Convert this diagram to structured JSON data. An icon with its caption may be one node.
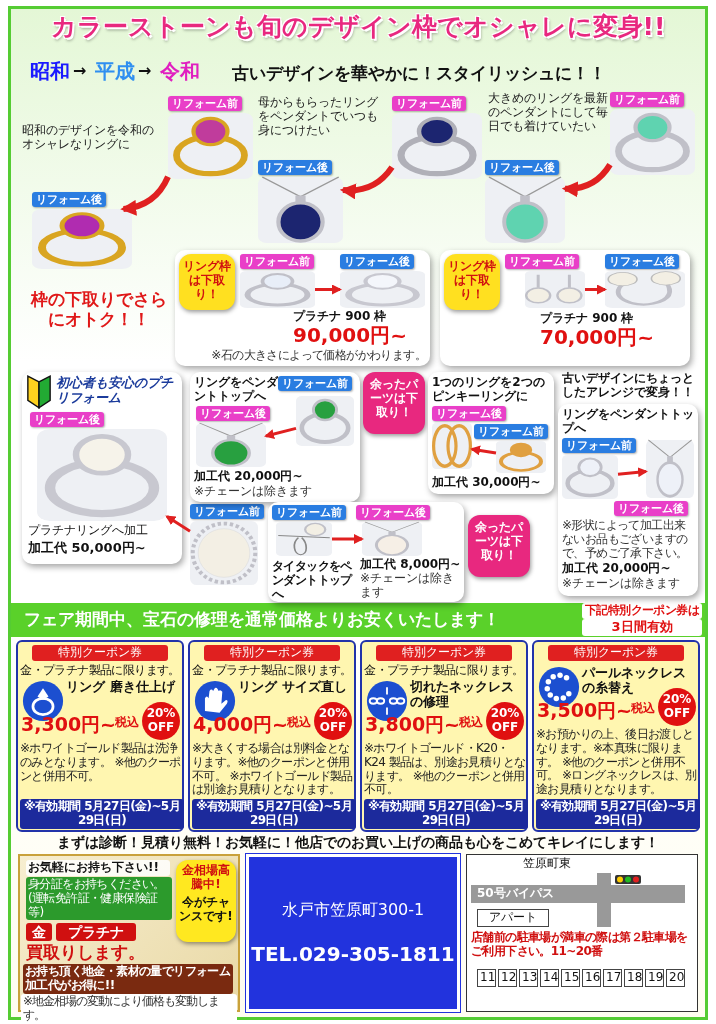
{
  "diagram": {
    "title": "カラーストーンも旬のデザイン枠でオシャレに変身!!",
    "nodes": [
      {
        "text": [],
        "shape": "picture",
        "beside": [
          "リフォーム前"
        ]
      },
      {
        "text": [],
        "shape": "picture",
        "beside": [
          "リフォーム後"
        ]
      },
      {
        "text": [],
        "shape": "picture",
        "beside": [
          "リフォーム前"
        ]
      },
      {
        "text": [],
        "shape": "picture",
        "beside": [
          "リフォーム後"
        ]
      },
      {
        "text": [],
        "shape": "picture",
        "beside": [
          "リフォーム前"
        ]
      },
      {
        "text": [],
        "shape": "picture",
        "beside": [
          "リフォーム後"
        ]
      },
      {
        "text": [
          "プラチナ 900 枠",
          "90,000円~",
          "※石の大きさによって価格がかわります。"
        ]
      },
      {
        "text": [
          "リング枠は下取り！"
        ],
        "in": 6
      },
      {
        "text": [],
        "shape": "picture",
        "beside": [
          "リフォーム前"
        ],
        "in": 6
      },
      {
        "text": [],
        "shape": "picture",
        "beside": [
          "リフォーム後"
        ],
        "in": 6
      },
      {
        "text": [
          "プラチナ 900 枠",
          "70,000円~"
        ]
      },
      {
        "text": [
          "リング枠は下取り！"
        ],
        "in": 10
      },
      {
        "text": [],
        "shape": "picture",
        "beside": [
          "リフォーム前"
        ],
        "in": 10
      },
      {
        "text": [],
        "shape": "picture",
        "beside": [
          "リフォーム後"
        ],
        "in": 10
      },
      {
        "text": [
          "初心者も安心のプチリフォーム",
          "プラチナリングへ加工",
          "加工代 50,000円~"
        ]
      },
      {
        "text": [],
        "shape": "picture",
        "beside": [
          "リフォーム後"
        ],
        "in": 14
      },
      {
        "text": [],
        "shape": "picture",
        "beside": [
          "リフォーム前"
        ]
      },
      {
        "text": [
          "リングをペンダントトップへ",
          "加工代 20,000円~",
          "※チェーンは除きます"
        ]
      },
      {
        "text": [],
        "shape": "picture",
        "beside": [
          "リフォーム前"
        ],
        "in": 17
      },
      {
        "text": [],
        "shape": "picture",
        "beside": [
          "リフォーム後"
        ],
        "in": 17
      },
      {
        "text": [
          "余ったパーツは下取り！"
        ]
      },
      {
        "text": [
          "1つのリングを2つのピンキーリングに",
          "加工代 30,000円~"
        ]
      },
      {
        "text": [],
        "shape": "picture",
        "beside": [
          "リフォーム前"
        ],
        "in": 21
      },
      {
        "text": [],
        "shape": "picture",
        "beside": [
          "リフォーム後"
        ],
        "in": 21
      },
      {
        "text": [
          "タイタックをペンダントトップへ",
          "加工代 8,000円~",
          "※チェーンは除きます"
        ]
      },
      {
        "text": [],
        "shape": "picture",
        "beside": [
          "リフォーム前"
        ],
        "in": 24
      },
      {
        "text": [],
        "shape": "picture",
        "beside": [
          "リフォーム後"
        ],
        "in": 24
      },
      {
        "text": [
          "余ったパーツは下取り！"
        ]
      },
      {
        "text": [
          "リングをペンダントトップへ",
          "※形状によって加工出来ないお品もございますので、予めご了承下さい。",
          "加工代 20,000円~",
          "※チェーンは除きます"
        ]
      },
      {
        "text": [],
        "shape": "picture",
        "beside": [
          "リフォーム前"
        ],
        "in": 28
      },
      {
        "text": [],
        "shape": "picture",
        "beside": [
          "リフォーム後"
        ],
        "in": 28
      },
      {
        "text": [
          "特別クーポン券",
          "金・プラチナ製品に限ります。",
          "リング 磨き仕上げ",
          "3,300円~",
          "税込",
          "20% OFF",
          "※ホワイトゴールド製品は洗浄のみとなります。 ※他のクーポンと併用不可。",
          "※有効期間 5月27日(金)~5月29日(日)"
        ]
      },
      {
        "text": [
          "特別クーポン券",
          "金・プラチナ製品に限ります。",
          "リング サイズ直し",
          "4,000円~",
          "税込",
          "20% OFF",
          "※大きくする場合は別料金となります。※他のクーポンと併用不可。 ※ホワイトゴールド製品は別途お見積りとなります。",
          "※有効期間 5月27日(金)~5月29日(日)"
        ]
      },
      {
        "text": [
          "特別クーポン券",
          "金・プラチナ製品に限ります。",
          "切れたネックレスの修理",
          "3,800円~",
          "税込",
          "20% OFF",
          "※ホワイトゴールド・K20・K24 製品は、別途お見積りとなります。 ※他のクーポンと併用不可。",
          "※有効期間 5月27日(金)~5月29日(日)"
        ]
      },
      {
        "text": [
          "特別クーポン券",
          "パールネックレスの糸替え",
          "3,500円~",
          "税込",
          "20% OFF",
          "※お預かりの上、後日お渡しとなります。※本真珠に限ります。 ※他のクーポンと併用不可。 ※ロングネックレスは、別途お見積りとなります。",
          "※有効期間 5月27日(金)~5月29日(日)"
        ]
      },
      {
        "text": [
          "お気軽にお持ち下さい!!",
          "身分証をお持ちください。(運転免許証・健康保険証等)",
          "金",
          "プラチナ",
          "買取りします。",
          "お持ち頂く地金・素材の量でリフォーム加工代がお得に!!",
          "※地金相場の変動により価格も変動します。"
        ]
      },
      {
        "text": [
          "金相場高騰中!",
          "今がチャンスです!"
        ],
        "in": 35
      },
      {
        "text": [
          "水戸市笠原町300-1",
          "TEL.029-305-1811"
        ]
      },
      {
        "text": [
          "笠原町東",
          "50号バイパス",
          "アパート",
          "店舗前の駐車場が満車の際は第２駐車場をご利用下さい。11~20番",
          "11",
          "12",
          "13",
          "14",
          "15",
          "16",
          "17",
          "18",
          "19",
          "20"
        ]
      }
    ],
    "edges": [
      {
        "from": 0,
        "to": 1,
        "arrow": "to",
        "style": "thick"
      },
      {
        "from": 2,
        "to": 3,
        "arrow": "to",
        "style": "thick"
      },
      {
        "from": 4,
        "to": 5,
        "arrow": "to",
        "style": "thick"
      },
      {
        "from": 8,
        "to": 9,
        "arrow": "to"
      },
      {
        "from": 12,
        "to": 13,
        "arrow": "to"
      },
      {
        "from": 16,
        "to": 15,
        "arrow": "to"
      },
      {
        "from": 18,
        "to": 19,
        "arrow": "to"
      },
      {
        "from": 22,
        "to": 23,
        "arrow": "to"
      },
      {
        "from": 25,
        "to": 26,
        "arrow": "to"
      },
      {
        "from": 29,
        "to": 30,
        "arrow": "to"
      }
    ],
    "labels": [
      "昭和",
      "→",
      "平成",
      "→",
      "令和",
      "古いデザインを華やかに！スタイリッシュに！！",
      "昭和のデザインを令和のオシャレなリングに",
      "母からもらったリングをペンダントでいつも身につけたい",
      "大きめのリングを最新のペンダントにして毎日でも着けていたい",
      "枠の下取りでさらにオトク！！",
      "古いデザインにちょっとしたアレンジで変身！！",
      "フェア期間中、宝石の修理を通常価格よりお安くいたします！",
      "下記特別クーポン券は",
      "3日間有効",
      "まずは診断！見積り無料！お気軽に！他店でのお買い上げの商品も心をこめてキレイにします！"
    ]
  }
}
